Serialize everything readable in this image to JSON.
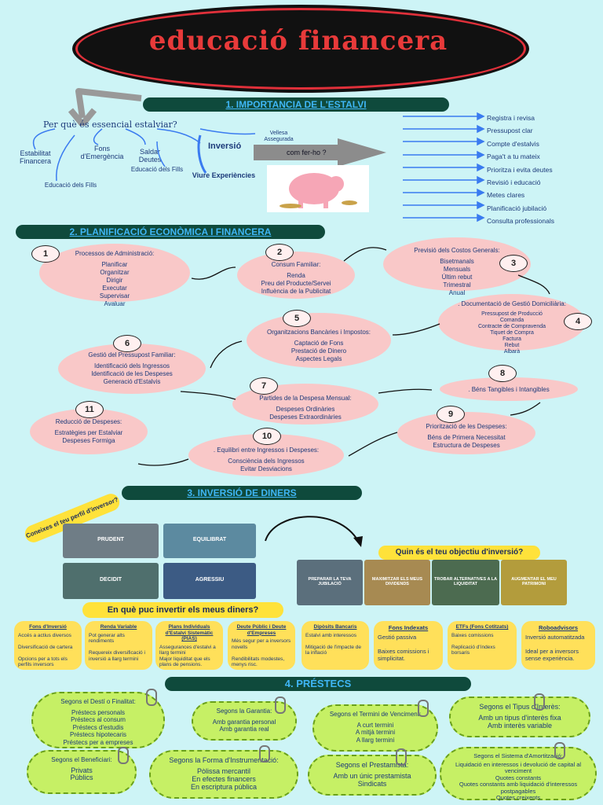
{
  "title": "educació financera",
  "sections": {
    "s1": "1. IMPORTANCIA DE L'ESTALVI",
    "s2": "2. PLANIFICACIÓ ECONÒMICA I FINANCERA",
    "s3": "3. INVERSIÓ DE DINERS",
    "s4": "4. PRÉSTECS"
  },
  "s1": {
    "question": "Per què és essencial estalviar?",
    "nodes": [
      "Estabilitat Financera",
      "Fons d'Emergència",
      "Saldar Deutes",
      "Vellesa Assegurada",
      "Inversió",
      "Educació dels Fills",
      "Educació dels Fills",
      "Viure Experiències"
    ],
    "how": "com fer-ho ?",
    "tips": [
      "Registra i revisa",
      "Pressupost clar",
      "Compte d'estalvis",
      "Paga't a tu mateix",
      "Prioritza i evita deutes",
      "Revisió i educació",
      "Metes clares",
      "Planificació jubilació",
      "Consulta professionals"
    ]
  },
  "s2": {
    "n1": {
      "num": "1",
      "title": "Processos de Administració:",
      "items": "Planificar\nOrganitzar\nDirigir\nExecutar\nSupervisar\nAvaluar"
    },
    "n2": {
      "num": "2",
      "title": "Consum Familiar:",
      "items": "Renda\nPreu del Producte/Servei\nInfluència de la Publicitat"
    },
    "n3": {
      "num": "3",
      "title": "Previsió dels Costos Generals:",
      "items": "Bisetmanals\nMensuals\nÚltim rebut\nTrimestral\nAnual"
    },
    "n4": {
      "num": "4",
      "title": ". Documentació de Gestió Domiciliària:",
      "items": "Pressupost de Producció\nComanda\nContracte de Compravenda\nTiquet de Compra\nFactura\nRebut\nAlbarà"
    },
    "n5": {
      "num": "5",
      "title": "Organitzacions Bancàries i Impostos:",
      "items": "Captació de Fons\nPrestació de Dinero\nAspectes Legals"
    },
    "n6": {
      "num": "6",
      "title": "Gestió del Pressupost Familiar:",
      "items": "Identificació dels Ingressos\nIdentificació de les Despeses\nGeneració d'Estalvis"
    },
    "n7": {
      "num": "7",
      "title": "Partides de la Despesa Mensual:",
      "items": "Despeses Ordinàries\nDespeses Extraordinàries"
    },
    "n8": {
      "num": "8",
      "title": ". Béns Tangibles i Intangibles",
      "items": ""
    },
    "n9": {
      "num": "9",
      "title": "Priorització de les Despeses:",
      "items": "Béns de Primera Necessitat\nEstructura de Despeses"
    },
    "n10": {
      "num": "10",
      "title": ". Equilibri entre Ingressos i Despeses:",
      "items": "Consciència dels Ingressos\nEvitar Desviacions"
    },
    "n11": {
      "num": "11",
      "title": "Reducció de Despeses:",
      "items": "Estratègies per Estalviar\nDespeses Formiga"
    }
  },
  "s3": {
    "profile_label": "Coneixes el teu perfil d'inversor?",
    "profiles": [
      "PRUDENT",
      "EQUILIBRAT",
      "DECIDIT",
      "AGRESSIU"
    ],
    "objective_label": "Quin és el teu objectiu d'inversió?",
    "objectives": [
      "PREPARAR LA TEVA JUBILACIÓ",
      "MAXIMITZAR ELS MEUS DIVIDENDS",
      "TROBAR ALTERNATIVES A LA LIQUIDITAT",
      "AUGMENTAR EL MEU PATRIMONI"
    ],
    "where_label": "En què puc invertir els meus diners?",
    "cards": [
      {
        "h": "Fons d'Inversió",
        "t": "Accés a actius diversos\n\nDiversificació de cartera\n\nOpcions per a tots els perfils inversors"
      },
      {
        "h": "Renda Variable",
        "t": "Pot generar alts rendiments\n\nRequereix diversificació i inversió a llarg termini"
      },
      {
        "h": "Plans Individuals d'Estalvi Sistemàtic (PIAS)",
        "t": "Assegurances d'estalvi a llarg termini\nMajor liquiditat que els plans de pensions."
      },
      {
        "h": "Deute Públic i Deute d'Empreses",
        "t": "Més segur per a inversors novells\n\nRendibilitats modestes, menys risc."
      },
      {
        "h": "Dipòsits Bancaris",
        "t": "Estalvi amb interessos\n\nMitigació de l'impacte de la inflació"
      },
      {
        "h": "Fons Indexats",
        "t": "Gestió passiva\n\nBaixes comissions i simplicitat."
      },
      {
        "h": "ETFs (Fons Cotitzats)",
        "t": "Baixes comissions\n\nReplicació d'índexs borsaris"
      },
      {
        "h": "Roboadvisors",
        "t": "Inversió automatitzada\n\nIdeal per a inversors sense experiència."
      }
    ]
  },
  "s4": {
    "c1": {
      "h": "Segons el Destí o Finalitat:",
      "t": "Préstecs personals\nPréstecs al consum\nPréstecs d'estudis\nPréstecs hipotecaris\nPréstecs per a empreses"
    },
    "c2": {
      "h": "Segons la Garantia:",
      "t": "Amb garantia personal\nAmb garantia real"
    },
    "c3": {
      "h": "Segons el Termini de Venciment:",
      "t": "A curt termini\nA mitjà termini\nA llarg termini"
    },
    "c4": {
      "h": "Segons el Tipus d'Interès:",
      "t": "Amb un tipus d'interès fixa\nAmb interès variable"
    },
    "c5": {
      "h": "Segons el Beneficiari:",
      "t": "Privats\nPúblics"
    },
    "c6": {
      "h": "Segons la Forma d'Instrumentació:",
      "t": "Pòlissa mercantil\nEn efectes financers\nEn escriptura pública"
    },
    "c7": {
      "h": "Segons el Prestamista:",
      "t": "Amb un únic prestamista\nSindicats"
    },
    "c8": {
      "h": "Segons el Sistema d'Amortització:",
      "t": "Liquidació en interessos i devolució de capital al venciment\nQuotes constants\nQuotes constants amb liquidació d'interessos postpagables\nQuotes creixents"
    }
  },
  "colors": {
    "background": "#cdf4f6",
    "section_bar": "#0f4a3c",
    "section_text": "#ffd74a",
    "pink_node": "#f9c8c8",
    "yellow": "#ffe05a",
    "green_cloud": "#c6f065",
    "title_red": "#e83a3a"
  }
}
